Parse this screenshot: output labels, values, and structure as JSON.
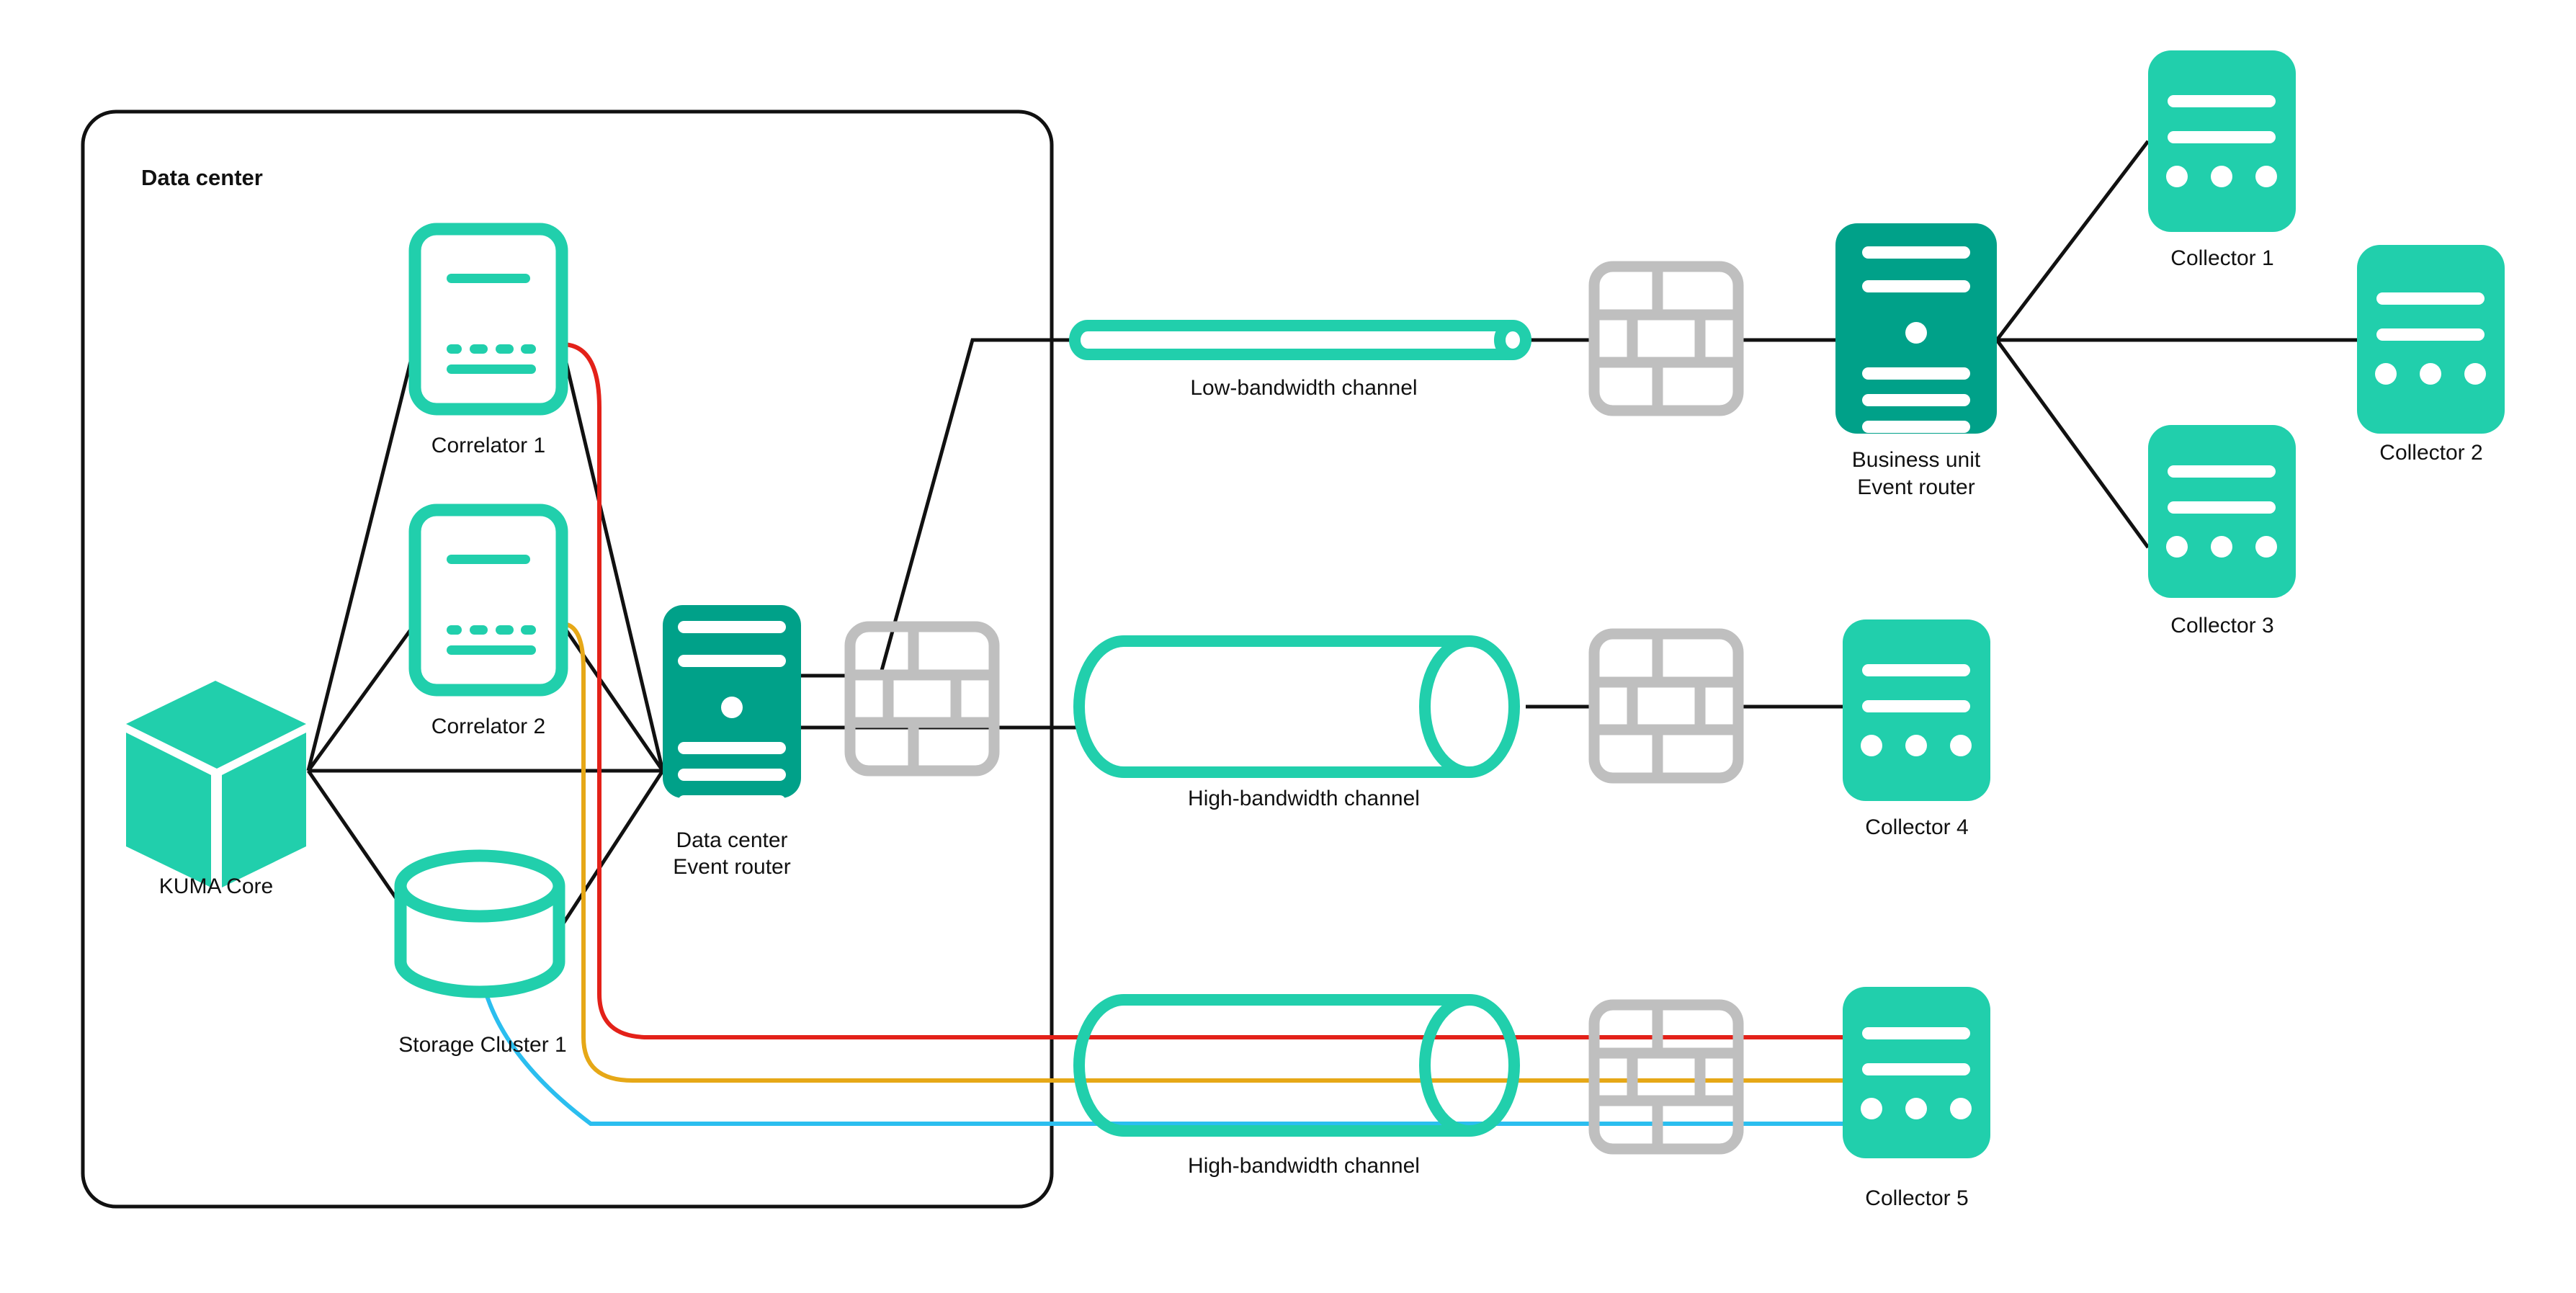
{
  "diagram": {
    "title": "KUMA distributed installation with event routers",
    "background": "#ffffff",
    "colors": {
      "mint": "#21CFAC",
      "teal_dark": "#00A189",
      "gray": "#BFBFBF",
      "black": "#111111",
      "red": "#E32119",
      "amber": "#E6A817",
      "cyan": "#2BBEEF"
    }
  },
  "zones": [
    {
      "id": "data-center",
      "label": "Data center"
    }
  ],
  "nodes": [
    {
      "id": "kuma-core",
      "label": "KUMA Core",
      "type": "cube"
    },
    {
      "id": "correlator-1",
      "label": "Correlator 1",
      "type": "correlator"
    },
    {
      "id": "correlator-2",
      "label": "Correlator 2",
      "type": "correlator"
    },
    {
      "id": "storage-cluster-1",
      "label": "Storage Cluster 1",
      "type": "cylinder-db"
    },
    {
      "id": "dc-event-router",
      "label": "Data center\nEvent router",
      "type": "event-router"
    },
    {
      "id": "bu-event-router",
      "label": "Business unit\nEvent router",
      "type": "event-router"
    },
    {
      "id": "collector-1",
      "label": "Collector 1",
      "type": "collector"
    },
    {
      "id": "collector-2",
      "label": "Collector 2",
      "type": "collector"
    },
    {
      "id": "collector-3",
      "label": "Collector 3",
      "type": "collector"
    },
    {
      "id": "collector-4",
      "label": "Collector 4",
      "type": "collector"
    },
    {
      "id": "collector-5",
      "label": "Collector 5",
      "type": "collector"
    },
    {
      "id": "firewall-dc",
      "label": "",
      "type": "firewall"
    },
    {
      "id": "firewall-mid",
      "label": "",
      "type": "firewall"
    },
    {
      "id": "firewall-top",
      "label": "",
      "type": "firewall"
    },
    {
      "id": "firewall-bottom",
      "label": "",
      "type": "firewall"
    }
  ],
  "channels": [
    {
      "id": "channel-low",
      "label": "Low-bandwidth channel",
      "kind": "low"
    },
    {
      "id": "channel-high-1",
      "label": "High-bandwidth channel",
      "kind": "high"
    },
    {
      "id": "channel-high-2",
      "label": "High-bandwidth channel",
      "kind": "high"
    }
  ],
  "links": [
    {
      "from": "kuma-core",
      "to": "correlator-1",
      "color": "#111111"
    },
    {
      "from": "kuma-core",
      "to": "correlator-2",
      "color": "#111111"
    },
    {
      "from": "kuma-core",
      "to": "storage-cluster-1",
      "color": "#111111"
    },
    {
      "from": "kuma-core",
      "to": "dc-event-router",
      "color": "#111111"
    },
    {
      "from": "correlator-1",
      "to": "dc-event-router",
      "color": "#111111"
    },
    {
      "from": "correlator-2",
      "to": "dc-event-router",
      "color": "#111111"
    },
    {
      "from": "storage-cluster-1",
      "to": "dc-event-router",
      "color": "#111111"
    },
    {
      "from": "dc-event-router",
      "to": "firewall-dc",
      "color": "#111111"
    },
    {
      "from": "firewall-dc",
      "to": "channel-low",
      "color": "#111111"
    },
    {
      "from": "channel-low",
      "to": "firewall-top",
      "color": "#111111"
    },
    {
      "from": "firewall-top",
      "to": "bu-event-router",
      "color": "#111111"
    },
    {
      "from": "bu-event-router",
      "to": "collector-1",
      "color": "#111111"
    },
    {
      "from": "bu-event-router",
      "to": "collector-2",
      "color": "#111111"
    },
    {
      "from": "bu-event-router",
      "to": "collector-3",
      "color": "#111111"
    },
    {
      "from": "dc-event-router",
      "to": "channel-high-1",
      "color": "#111111"
    },
    {
      "from": "channel-high-1",
      "to": "firewall-mid",
      "color": "#111111"
    },
    {
      "from": "firewall-mid",
      "to": "collector-4",
      "color": "#111111"
    },
    {
      "from": "correlator-1",
      "to": "collector-5",
      "color": "#E32119"
    },
    {
      "from": "correlator-2",
      "to": "collector-5",
      "color": "#E6A817"
    },
    {
      "from": "storage-cluster-1",
      "to": "collector-5",
      "color": "#2BBEEF"
    }
  ],
  "labels": {
    "data_center": "Data center",
    "kuma_core": "KUMA Core",
    "correlator_1": "Correlator 1",
    "correlator_2": "Correlator 2",
    "storage_cluster_1": "Storage Cluster 1",
    "dc_event_router_l1": "Data center",
    "dc_event_router_l2": "Event router",
    "bu_event_router_l1": "Business unit",
    "bu_event_router_l2": "Event router",
    "collector_1": "Collector 1",
    "collector_2": "Collector 2",
    "collector_3": "Collector 3",
    "collector_4": "Collector 4",
    "collector_5": "Collector 5",
    "channel_low": "Low-bandwidth channel",
    "channel_high_mid": "High-bandwidth channel",
    "channel_high_bottom": "High-bandwidth channel"
  }
}
